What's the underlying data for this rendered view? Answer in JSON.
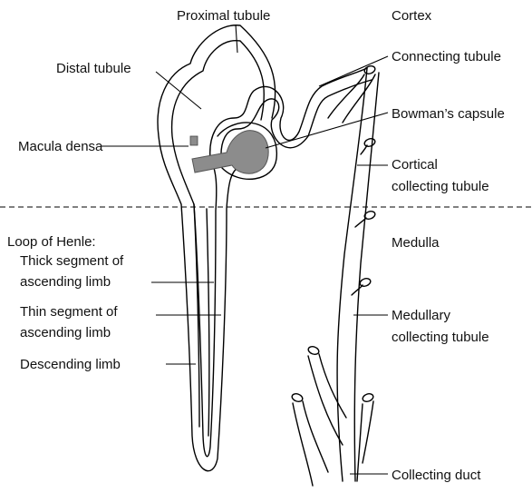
{
  "labels": {
    "proximal_tubule": "Proximal tubule",
    "distal_tubule": "Distal tubule",
    "macula_densa": "Macula densa",
    "cortex": "Cortex",
    "connecting_tubule": "Connecting tubule",
    "bowmans_capsule": "Bowman’s capsule",
    "cortical_collecting_line1": "Cortical",
    "cortical_collecting_line2": "collecting tubule",
    "loop_of_henle": "Loop of Henle:",
    "thick_segment_line1": "Thick segment of",
    "thick_segment_line2": "ascending limb",
    "thin_segment_line1": "Thin segment of",
    "thin_segment_line2": "ascending limb",
    "descending_limb": "Descending limb",
    "medulla": "Medulla",
    "medullary_collecting_line1": "Medullary",
    "medullary_collecting_line2": "collecting tubule",
    "collecting_duct": "Collecting duct"
  }
}
